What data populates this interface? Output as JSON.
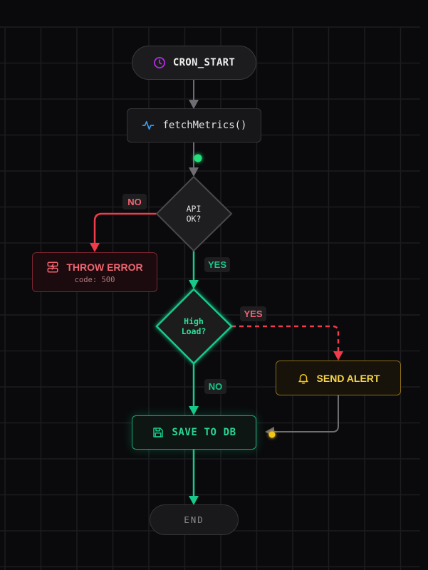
{
  "colors": {
    "background": "#0a0a0c",
    "grid": "#1d1d20",
    "neutral": "#6e6e72",
    "green": "#19c98a",
    "red": "#ef3b4a",
    "red_text": "#f06571",
    "yellow": "#f3c623",
    "yellow_text": "#f7d54a",
    "purple": "#b12de0",
    "blue": "#3b9ef0",
    "dot_green": "#22e07a",
    "dot_yellow": "#f2c515"
  },
  "nodes": {
    "cron_start": {
      "label": "CRON_START",
      "icon": "clock-icon"
    },
    "fetch_metrics": {
      "label": "fetchMetrics()",
      "icon": "activity-pulse-icon"
    },
    "api_ok": {
      "line1": "API",
      "line2": "OK?"
    },
    "throw_error": {
      "label": "THROW ERROR",
      "sublabel": "code: 500",
      "icon": "server-crash-icon"
    },
    "high_load": {
      "line1": "High",
      "line2": "Load?"
    },
    "send_alert": {
      "label": "SEND ALERT",
      "icon": "bell-icon"
    },
    "save_to_db": {
      "label": "SAVE TO DB",
      "icon": "save-floppy-icon"
    },
    "end": {
      "label": "END"
    }
  },
  "edges": {
    "api_no_label": "NO",
    "api_yes_label": "YES",
    "load_yes_label": "YES",
    "load_no_label": "NO"
  }
}
